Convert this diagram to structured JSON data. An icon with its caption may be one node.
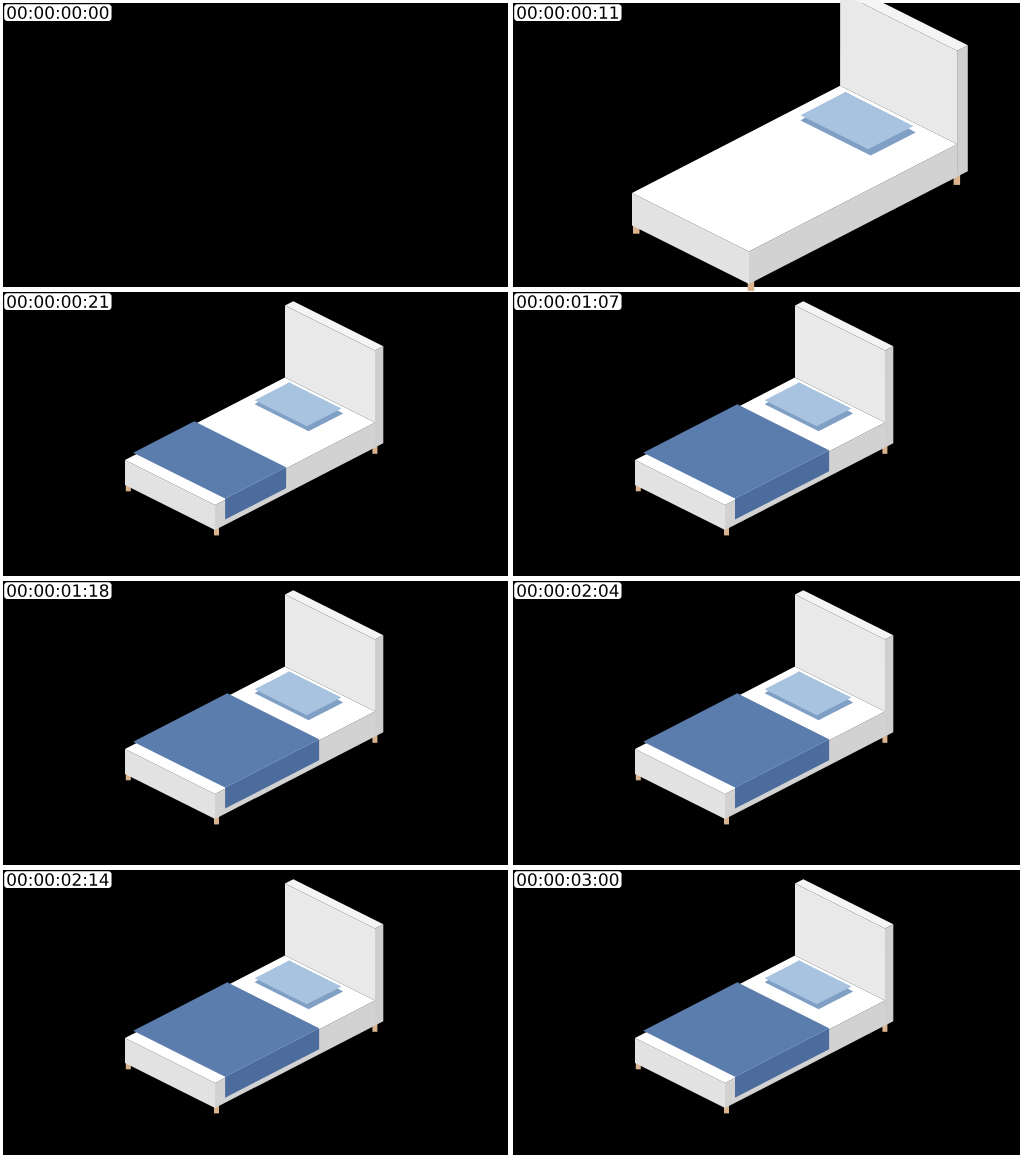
{
  "diagram": {
    "labels": [
      "00:00:00:00",
      "00:00:00:11",
      "00:00:00:21",
      "00:00:01:07",
      "00:00:01:18",
      "00:00:02:04",
      "00:00:02:14",
      "00:00:03:00"
    ]
  }
}
